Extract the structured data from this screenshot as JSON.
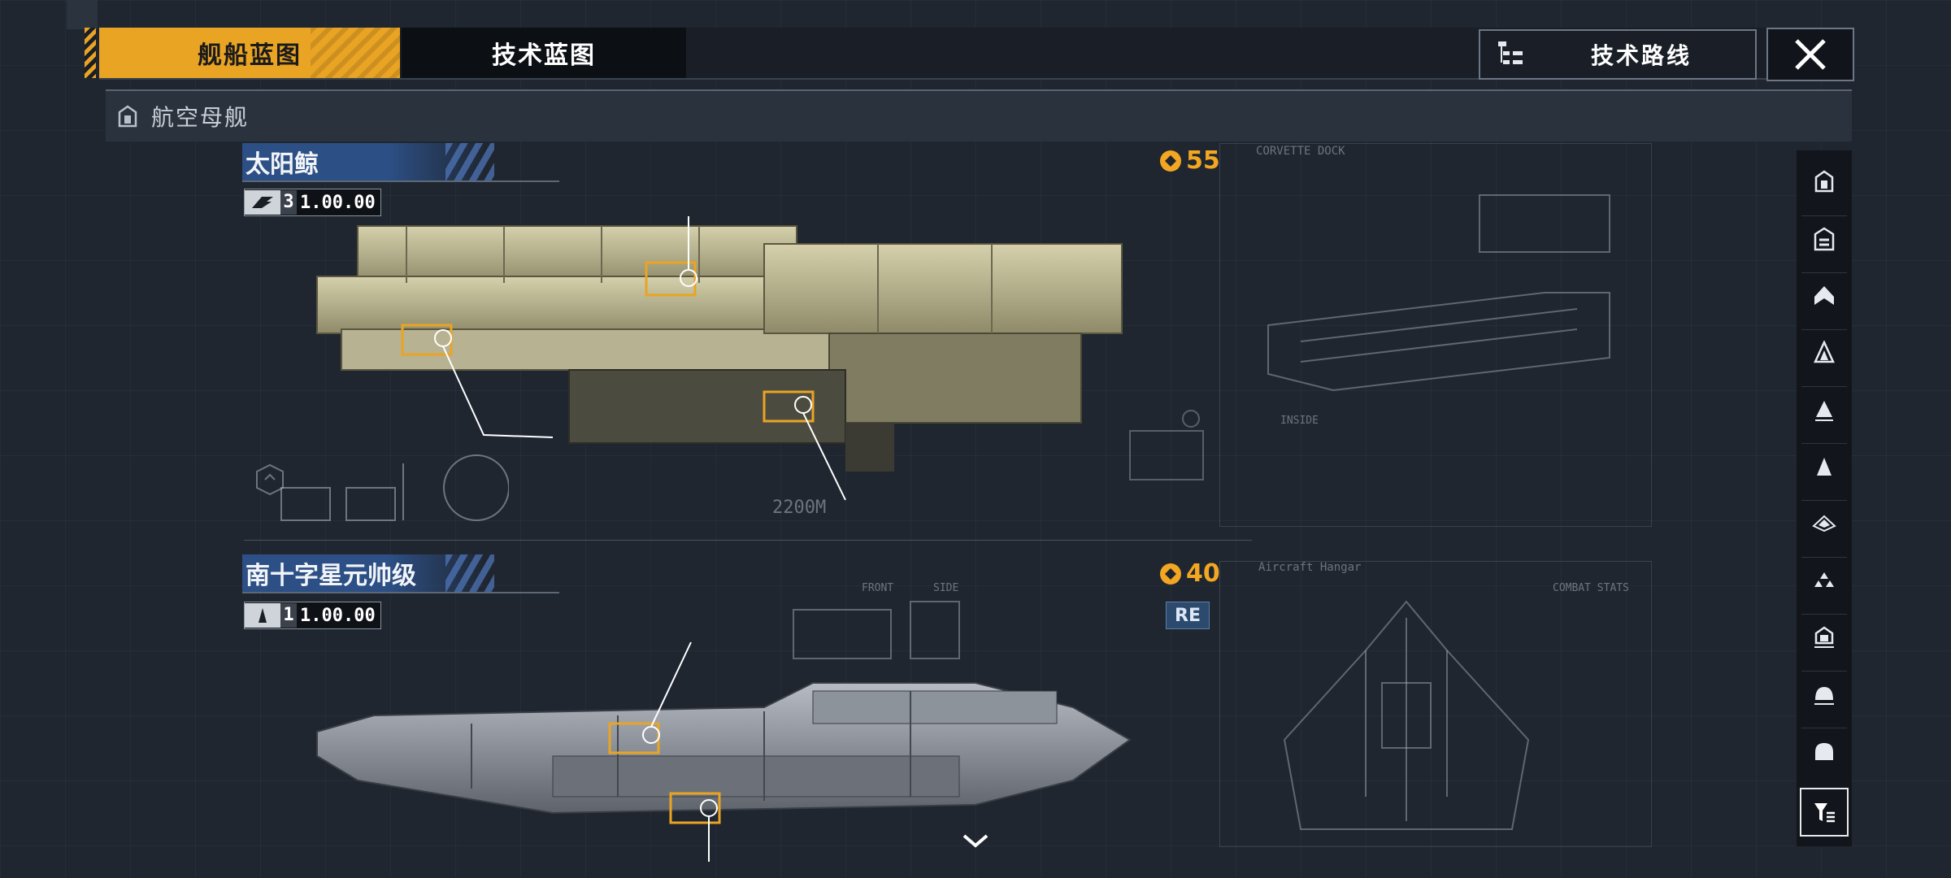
{
  "tabs": [
    {
      "label": "舰船蓝图",
      "active": true
    },
    {
      "label": "技术蓝图",
      "active": false
    }
  ],
  "roadmap_button": {
    "label": "技术路线",
    "icon": "tree-list-icon"
  },
  "close_button": {
    "icon": "close-icon"
  },
  "category": {
    "label": "航空母舰",
    "icon": "carrier-class-icon"
  },
  "ships": [
    {
      "name": "太阳鲸",
      "badge": {
        "icon": "carrier-badge-icon",
        "level": "3",
        "version": "1.00.00"
      },
      "cost": {
        "icon": "resource-coin-icon",
        "value": "55"
      }
    },
    {
      "name": "南十字星元帅级",
      "badge": {
        "icon": "carrier-badge-icon",
        "level": "1",
        "version": "1.00.00"
      },
      "cost": {
        "icon": "resource-coin-icon",
        "value": "40"
      },
      "tag": "RE"
    }
  ],
  "blueprint_labels": {
    "scale_ship1": "2200M",
    "dock_label": "CORVETTE DOCK",
    "inside_label": "INSIDE",
    "hangar_label": "Aircraft Hangar",
    "combat_stats": "COMBAT STATS",
    "front_label": "FRONT",
    "side_label": "SIDE"
  },
  "rail_items": [
    {
      "icon": "carrier-class-icon",
      "selected": false
    },
    {
      "icon": "battlecruiser-class-icon",
      "selected": false
    },
    {
      "icon": "cruiser-class-icon",
      "selected": false
    },
    {
      "icon": "destroyer-class-icon",
      "selected": false
    },
    {
      "icon": "frigate-class-icon",
      "selected": false
    },
    {
      "icon": "corvette-class-icon",
      "selected": false
    },
    {
      "icon": "fighter-class-icon",
      "selected": false
    },
    {
      "icon": "squadron-class-icon",
      "selected": false
    },
    {
      "icon": "station-class-icon",
      "selected": false
    },
    {
      "icon": "dome-class-icon",
      "selected": false
    },
    {
      "icon": "dome-round-icon",
      "selected": false
    },
    {
      "icon": "filter-list-icon",
      "selected": true
    }
  ],
  "colors": {
    "accent": "#e9a424",
    "cost": "#f2a621",
    "name_band": "#2c4f85",
    "background": "#1f2630"
  }
}
